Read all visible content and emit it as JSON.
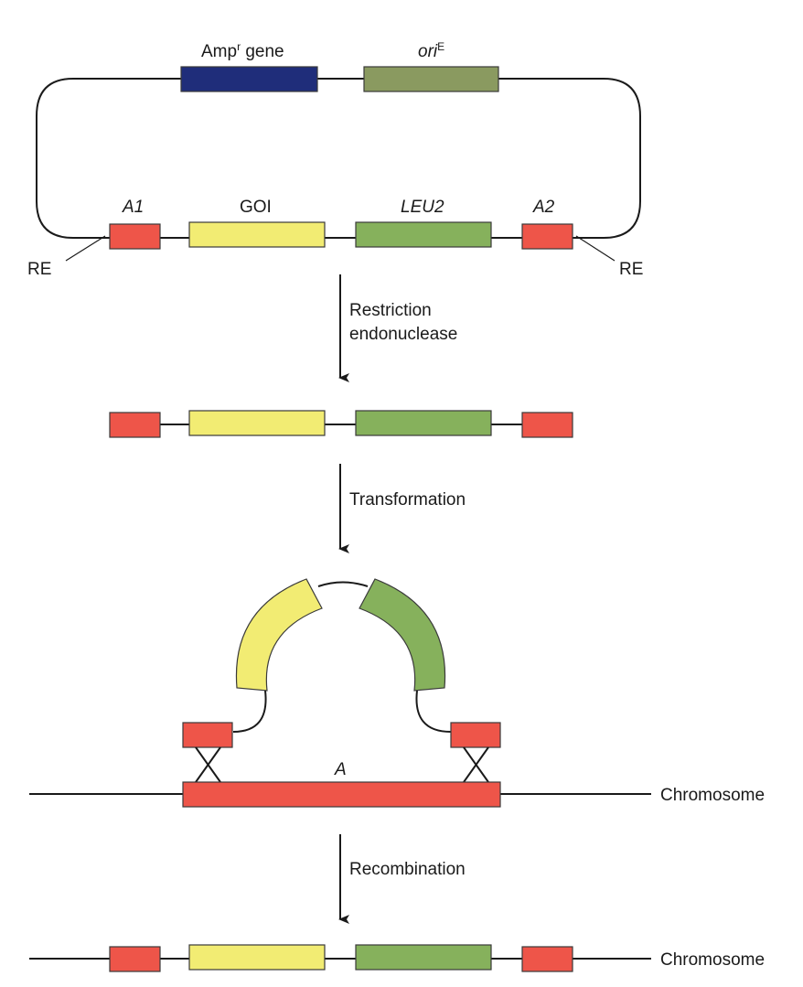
{
  "labels": {
    "amp_gene": "Amp",
    "amp_sup": "r",
    "amp_suffix": " gene",
    "ori": "ori",
    "ori_sup": "E",
    "a1": "A1",
    "goi": "GOI",
    "leu2": "LEU2",
    "a2": "A2",
    "re_left": "RE",
    "re_right": "RE",
    "a": "A",
    "chromosome_top": "Chromosome",
    "chromosome_bottom": "Chromosome"
  },
  "steps": {
    "step1_line1": "Restriction",
    "step1_line2": "endonuclease",
    "step2": "Transformation",
    "step3": "Recombination"
  },
  "colors": {
    "red": "#ee5549",
    "yellow": "#f2ec73",
    "green": "#86b15c",
    "olive": "#8a9a60",
    "navy": "#1f2d7a",
    "line": "#1a1a1a"
  }
}
